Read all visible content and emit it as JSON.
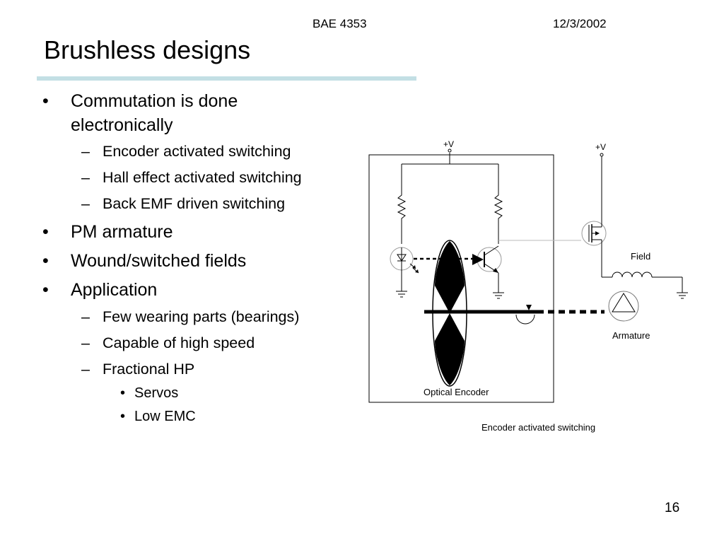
{
  "header": {
    "course": "BAE 4353",
    "date": "12/3/2002"
  },
  "slide": {
    "title": "Brushless designs",
    "page_number": "16",
    "bullets": [
      {
        "text": "Commutation is done electronically",
        "sub": [
          "Encoder activated switching",
          "Hall effect activated switching",
          "Back EMF driven switching"
        ]
      },
      {
        "text": "PM armature"
      },
      {
        "text": "Wound/switched fields"
      },
      {
        "text": "Application",
        "sub": [
          "Few wearing parts (bearings)",
          "Capable of high speed",
          "Fractional HP"
        ],
        "subsub": [
          "Servos",
          "Low EMC"
        ]
      }
    ]
  },
  "diagram": {
    "supply_left": "+V",
    "supply_right": "+V",
    "field_label": "Field",
    "armature_label": "Armature",
    "encoder_label": "Optical Encoder",
    "caption": "Encoder activated switching"
  }
}
